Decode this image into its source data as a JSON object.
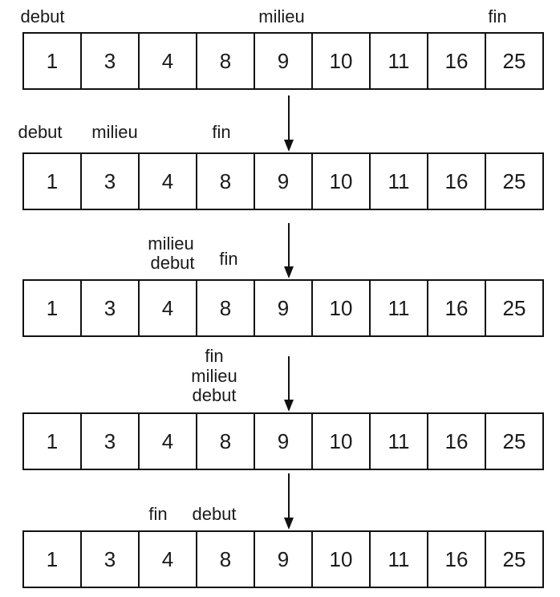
{
  "array_values": [
    "1",
    "3",
    "4",
    "8",
    "9",
    "10",
    "11",
    "16",
    "25"
  ],
  "steps": [
    {
      "labels": [
        {
          "text": "debut"
        },
        {
          "text": "milieu"
        },
        {
          "text": "fin"
        }
      ]
    },
    {
      "labels": [
        {
          "text": "debut"
        },
        {
          "text": "milieu"
        },
        {
          "text": "fin"
        }
      ]
    },
    {
      "labels": [
        {
          "text": "milieu"
        },
        {
          "text": "debut"
        },
        {
          "text": "fin"
        }
      ]
    },
    {
      "labels": [
        {
          "text": "fin"
        },
        {
          "text": "milieu"
        },
        {
          "text": "debut"
        }
      ]
    },
    {
      "labels": [
        {
          "text": "fin"
        },
        {
          "text": "debut"
        }
      ]
    }
  ]
}
